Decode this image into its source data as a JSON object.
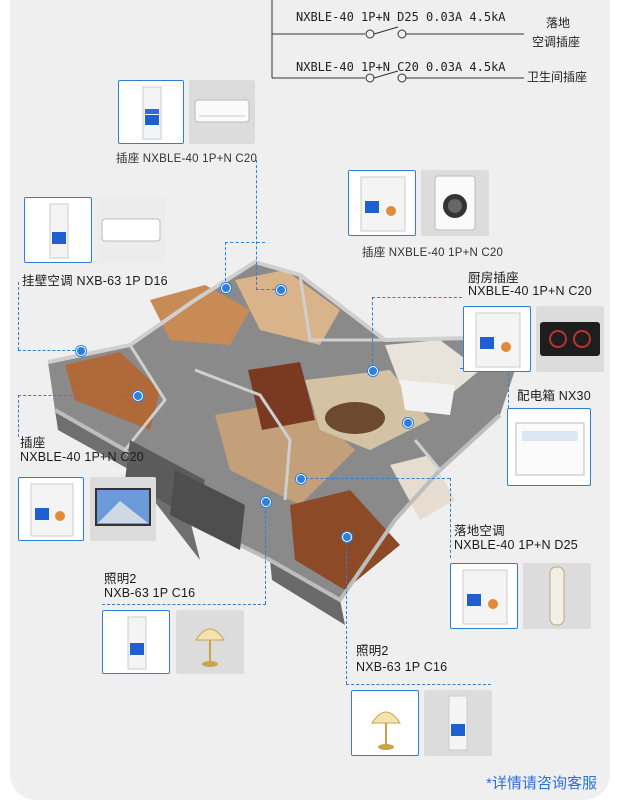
{
  "circuits": [
    {
      "spec": "NXBLE-40 1P+N D25 0.03A 4.5kA",
      "dest_line1": "落地",
      "dest_line2": "空调插座"
    },
    {
      "spec": "NXBLE-40 1P+N C20 0.03A 4.5kA",
      "dest_line1": "卫生间插座",
      "dest_line2": ""
    }
  ],
  "callouts": {
    "socket_top": "插座 NXBLE-40 1P+N C20",
    "wall_ac": "挂壁空调 NXB-63 1P D16",
    "socket_washer": "插座 NXBLE-40 1P+N C20",
    "kitchen_title": "厨房插座",
    "kitchen_spec": "NXBLE-40 1P+N C20",
    "distribution_box": "配电箱 NX30",
    "socket_left_title": "插座",
    "socket_left_spec": "NXBLE-40 1P+N C20",
    "floor_ac_title": "落地空调",
    "floor_ac_spec": "NXBLE-40 1P+N D25",
    "lighting_a_title": "照明2",
    "lighting_a_spec": "NXB-63 1P C16",
    "lighting_b_title": "照明2",
    "lighting_b_spec": "NXB-63 1P C16"
  },
  "footer": "*详情请咨询客服",
  "colors": {
    "accent": "#2f7fd8",
    "panel": "#efefef",
    "breaker_blue": "#1f5fd0"
  }
}
